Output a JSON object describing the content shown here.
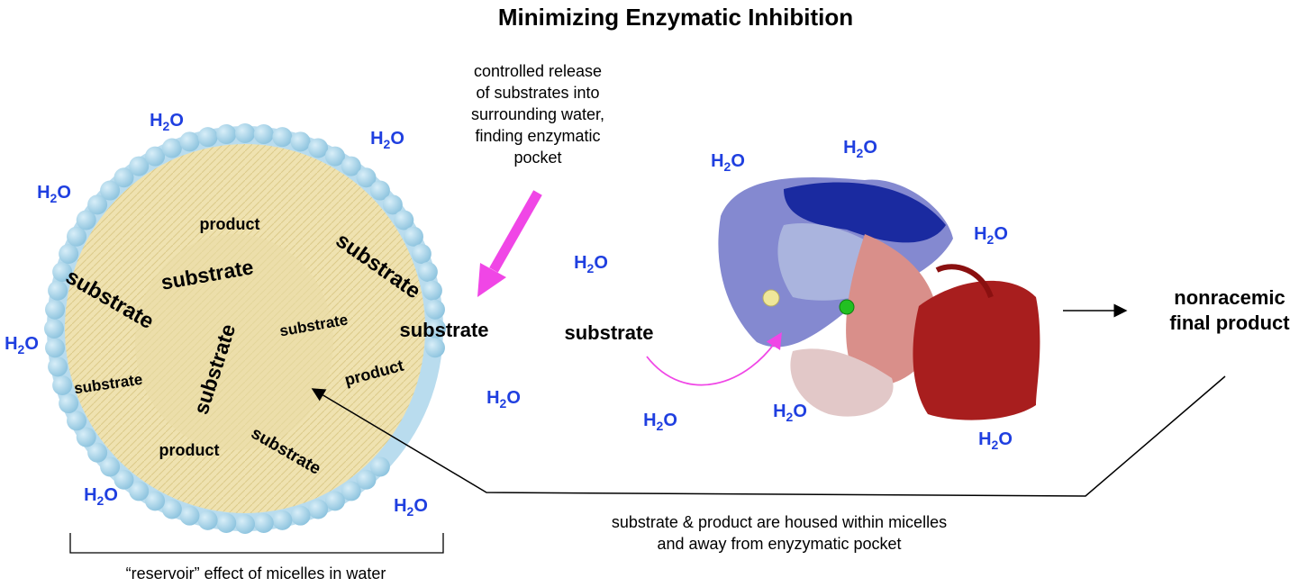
{
  "title": "Minimizing Enzymatic Inhibition",
  "water_label": "H",
  "water_sub": "2",
  "water_o": "O",
  "release_caption": [
    "controlled release",
    "of substrates into",
    "surrounding water,",
    "finding enzymatic",
    "pocket"
  ],
  "micelle_labels": {
    "product_top": "product",
    "substrate_center": "substrate",
    "substrate_left": "substrate",
    "substrate_right_top": "substrate",
    "substrate_small": "substrate",
    "substrate_vertical": "substrate",
    "substrate_lower_left": "substrate",
    "product_right": "product",
    "product_bottom": "product",
    "substrate_bottom": "substrate",
    "substrate_edge": "substrate"
  },
  "free_substrate": "substrate",
  "final_product": [
    "nonracemic",
    "final product"
  ],
  "housed_caption": [
    "substrate & product are housed within micelles",
    "and away from enyzymatic pocket"
  ],
  "reservoir_caption": "“reservoir” effect of micelles in water",
  "colors": {
    "water": "#1f3fe0",
    "arrow_pink": "#f046e6",
    "bead": "#a8d4ea",
    "tail": "#eedfa8"
  }
}
